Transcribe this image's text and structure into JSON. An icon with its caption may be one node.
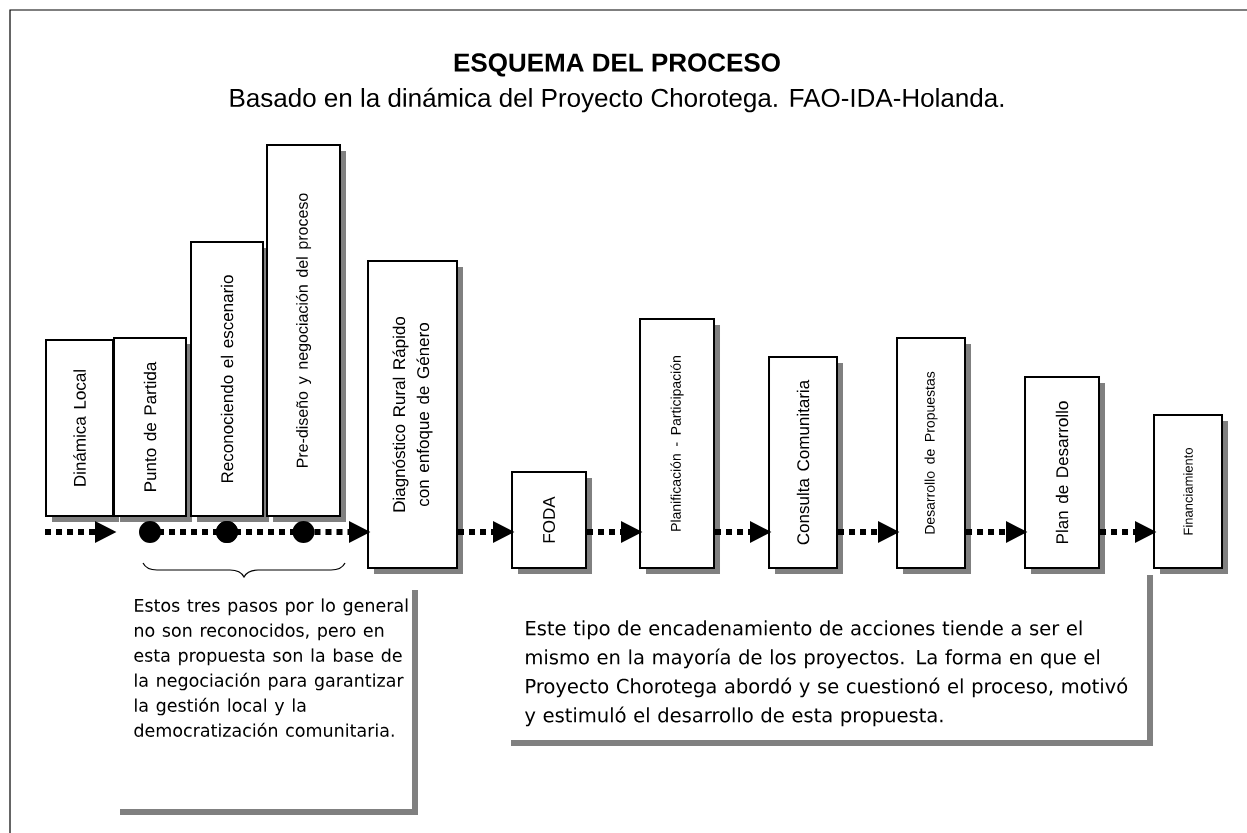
{
  "diagram": {
    "title": "ESQUEMA DEL PROCESO",
    "nodes": [
      {
        "text": [
          "Dinámica Local"
        ]
      },
      {
        "text": [
          "Punto de Partida"
        ]
      },
      {
        "text": [
          "Reconociendo el escenario"
        ]
      },
      {
        "text": [
          "Pre-diseño y negociación del proceso"
        ]
      },
      {
        "text": [
          "Diagnóstico Rural Rápido con enfoque de Género"
        ]
      },
      {
        "text": [
          "FODA"
        ]
      },
      {
        "text": [
          "Planificación - Participación"
        ]
      },
      {
        "text": [
          "Consulta Comunitaria"
        ]
      },
      {
        "text": [
          "Desarrollo de Propuestas"
        ]
      },
      {
        "text": [
          "Plan de Desarrollo"
        ]
      },
      {
        "text": [
          "Financiamiento"
        ]
      }
    ],
    "edges": [
      {
        "from": 0,
        "to": 1,
        "arrow": "to"
      },
      {
        "from": 1,
        "to": 2,
        "arrow": "other"
      },
      {
        "from": 2,
        "to": 3,
        "arrow": "other"
      },
      {
        "from": 3,
        "to": 4,
        "arrow": "to"
      },
      {
        "from": 4,
        "to": 5,
        "arrow": "to"
      },
      {
        "from": 5,
        "to": 6,
        "arrow": "to"
      },
      {
        "from": 6,
        "to": 7,
        "arrow": "to"
      },
      {
        "from": 7,
        "to": 8,
        "arrow": "to"
      },
      {
        "from": 8,
        "to": 9,
        "arrow": "to"
      },
      {
        "from": 9,
        "to": 10,
        "arrow": "to"
      }
    ],
    "labels": [
      "Basado en la dinámica del Proyecto Chorotega. FAO-IDA-Holanda.",
      "Estos tres pasos por lo general no son reconocidos, pero en esta propuesta son la base de la negociación para garantizar la gestión local y la democratización comunitaria.",
      "Este tipo de encadenamiento de acciones tiende a ser el mismo en la mayoría de los proyectos. La forma en que el Proyecto Chorotega abordó y se cuestionó el proceso, motivó y estimuló el desarrollo de esta propuesta."
    ]
  }
}
